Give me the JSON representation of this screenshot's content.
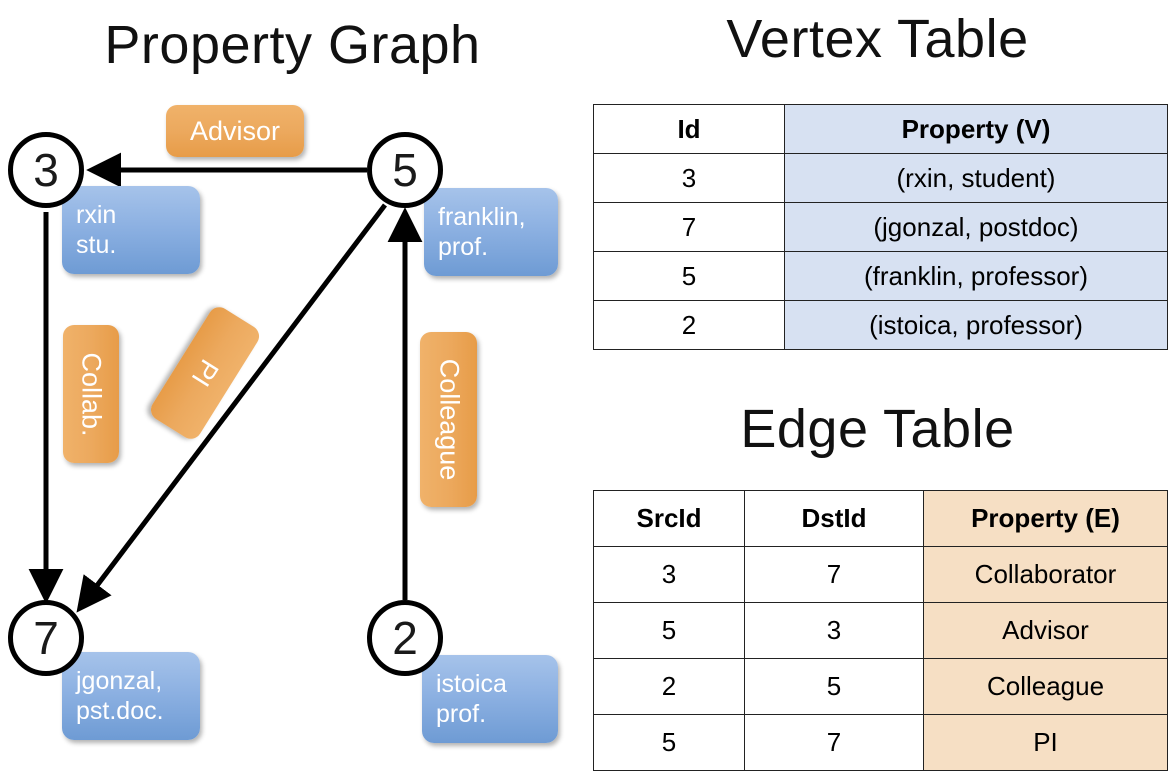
{
  "titles": {
    "graph": "Property Graph",
    "vertex": "Vertex Table",
    "edge": "Edge Table"
  },
  "graph": {
    "nodes": [
      {
        "id": "3",
        "prop_line1": "rxin",
        "prop_line2": "stu."
      },
      {
        "id": "5",
        "prop_line1": "franklin,",
        "prop_line2": "prof."
      },
      {
        "id": "7",
        "prop_line1": "jgonzal,",
        "prop_line2": "pst.doc."
      },
      {
        "id": "2",
        "prop_line1": "istoica",
        "prop_line2": "prof."
      }
    ],
    "edge_labels": [
      {
        "name": "advisor",
        "text": "Advisor"
      },
      {
        "name": "collab",
        "text": "Collab."
      },
      {
        "name": "pi",
        "text": "PI"
      },
      {
        "name": "colleague",
        "text": "Colleague"
      }
    ]
  },
  "vertex_table": {
    "columns": [
      "Id",
      "Property (V)"
    ],
    "rows": [
      {
        "id": "3",
        "property": "(rxin, student)"
      },
      {
        "id": "7",
        "property": "(jgonzal, postdoc)"
      },
      {
        "id": "5",
        "property": "(franklin, professor)"
      },
      {
        "id": "2",
        "property": "(istoica, professor)"
      }
    ]
  },
  "edge_table": {
    "columns": [
      "SrcId",
      "DstId",
      "Property (E)"
    ],
    "rows": [
      {
        "src": "3",
        "dst": "7",
        "property": "Collaborator"
      },
      {
        "src": "5",
        "dst": "3",
        "property": "Advisor"
      },
      {
        "src": "2",
        "dst": "5",
        "property": "Colleague"
      },
      {
        "src": "5",
        "dst": "7",
        "property": "PI"
      }
    ]
  },
  "colors": {
    "vertex_property_bg": "#d7e1f2",
    "edge_property_bg": "#f6dfc4",
    "node_box_blue": "#8db1e2",
    "edge_label_orange": "#eca95e",
    "stroke": "#000000"
  }
}
